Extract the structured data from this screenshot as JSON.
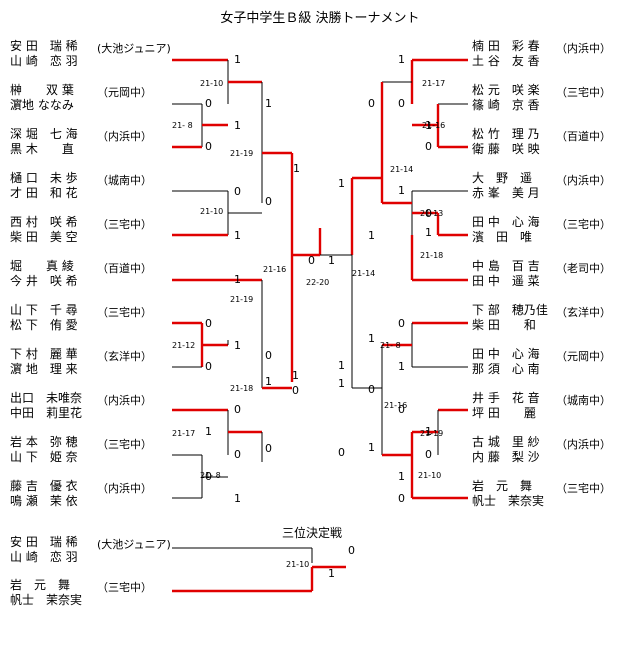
{
  "title": "女子中学生Ｂ級 決勝トーナメント",
  "third_place_title": "三位決定戦",
  "left_entries": [
    {
      "p1": "安 田　瑞 稀",
      "p2": "山 崎　恋 羽",
      "school": "(大池ジュニア)"
    },
    {
      "p1": "榊　　双 葉",
      "p2": "濵地 ななみ",
      "school": "（元岡中）"
    },
    {
      "p1": "深 堀　七 海",
      "p2": "黒 木　　直",
      "school": "（内浜中）"
    },
    {
      "p1": "樋 口　未 歩",
      "p2": "才 田　和 花",
      "school": "（城南中）"
    },
    {
      "p1": "西 村　咲 希",
      "p2": "柴 田　美 空",
      "school": "（三宅中）"
    },
    {
      "p1": "堀　　真 綾",
      "p2": "今 井　咲 希",
      "school": "（百道中）"
    },
    {
      "p1": "山 下　千 尋",
      "p2": "松 下　侑 愛",
      "school": "（三宅中）"
    },
    {
      "p1": "下 村　麗 華",
      "p2": "濵 地　理 来",
      "school": "（玄洋中）"
    },
    {
      "p1": "出口　未唯奈",
      "p2": "中田　莉里花",
      "school": "（内浜中）"
    },
    {
      "p1": "岩 本　弥 穂",
      "p2": "山 下　姫 奈",
      "school": "（三宅中）"
    },
    {
      "p1": "藤 吉　優 衣",
      "p2": "鳴 瀬　茉 依",
      "school": "（内浜中）"
    }
  ],
  "right_entries": [
    {
      "p1": "楠 田　彩 春",
      "p2": "土 谷　友 香",
      "school": "（内浜中）"
    },
    {
      "p1": "松 元　咲 楽",
      "p2": "篠 崎　京 香",
      "school": "（三宅中）"
    },
    {
      "p1": "松 竹　理 乃",
      "p2": "衛 藤　咲 映",
      "school": "（百道中）"
    },
    {
      "p1": "大　野　遥",
      "p2": "赤 峯　美 月",
      "school": "（内浜中）"
    },
    {
      "p1": "田 中　心 海",
      "p2": "濱　田　唯",
      "school": "（三宅中）"
    },
    {
      "p1": "中 島　百 吉",
      "p2": "田 中　遥 菜",
      "school": "（老司中）"
    },
    {
      "p1": "下 部　穂乃佳",
      "p2": "柴 田　　和",
      "school": "（玄洋中）"
    },
    {
      "p1": "田 中　心 海",
      "p2": "那 須　心 南",
      "school": "（元岡中）"
    },
    {
      "p1": "井 手　花 音",
      "p2": "坪 田　　麗",
      "school": "（城南中）"
    },
    {
      "p1": "古 城　里 紗",
      "p2": "内 藤　梨 沙",
      "school": "（内浜中）"
    },
    {
      "p1": "岩　元　舞",
      "p2": "帆士　茉奈実",
      "school": "（三宅中）"
    }
  ],
  "third_place_entries": [
    {
      "p1": "安 田　瑞 稀",
      "p2": "山 崎　恋 羽",
      "school": "(大池ジュニア)"
    },
    {
      "p1": "岩　元　舞",
      "p2": "帆士　茉奈実",
      "school": "（三宅中）"
    }
  ],
  "scores": [
    "1",
    "0",
    "1",
    "0",
    "1",
    "0",
    "1",
    "0",
    "1",
    "0",
    "1",
    "0",
    "1",
    "0",
    "1",
    "0",
    "1",
    "0",
    "0",
    "1",
    "0",
    "1",
    "0",
    "1",
    "1",
    "0",
    "1",
    "0",
    "1",
    "0",
    "1",
    "0",
    "1",
    "1",
    "0",
    "1",
    "1",
    "0",
    "1",
    "0",
    "1",
    "0",
    "0",
    "1",
    "1",
    "0",
    "1",
    "0",
    "0",
    "1"
  ],
  "game_scores": [
    "21-10",
    "21- 8",
    "21-19",
    "21-10",
    "21-16",
    "21-19",
    "21-12",
    "21-18",
    "21-17",
    "21- 8",
    "22-20",
    "21-17",
    "21-16",
    "21-14",
    "21-13",
    "21-18",
    "21- 8",
    "21-16",
    "21-19",
    "21-10",
    "21-14",
    "21-10"
  ],
  "colors": {
    "win_line": "#e00000",
    "line": "#000000"
  }
}
